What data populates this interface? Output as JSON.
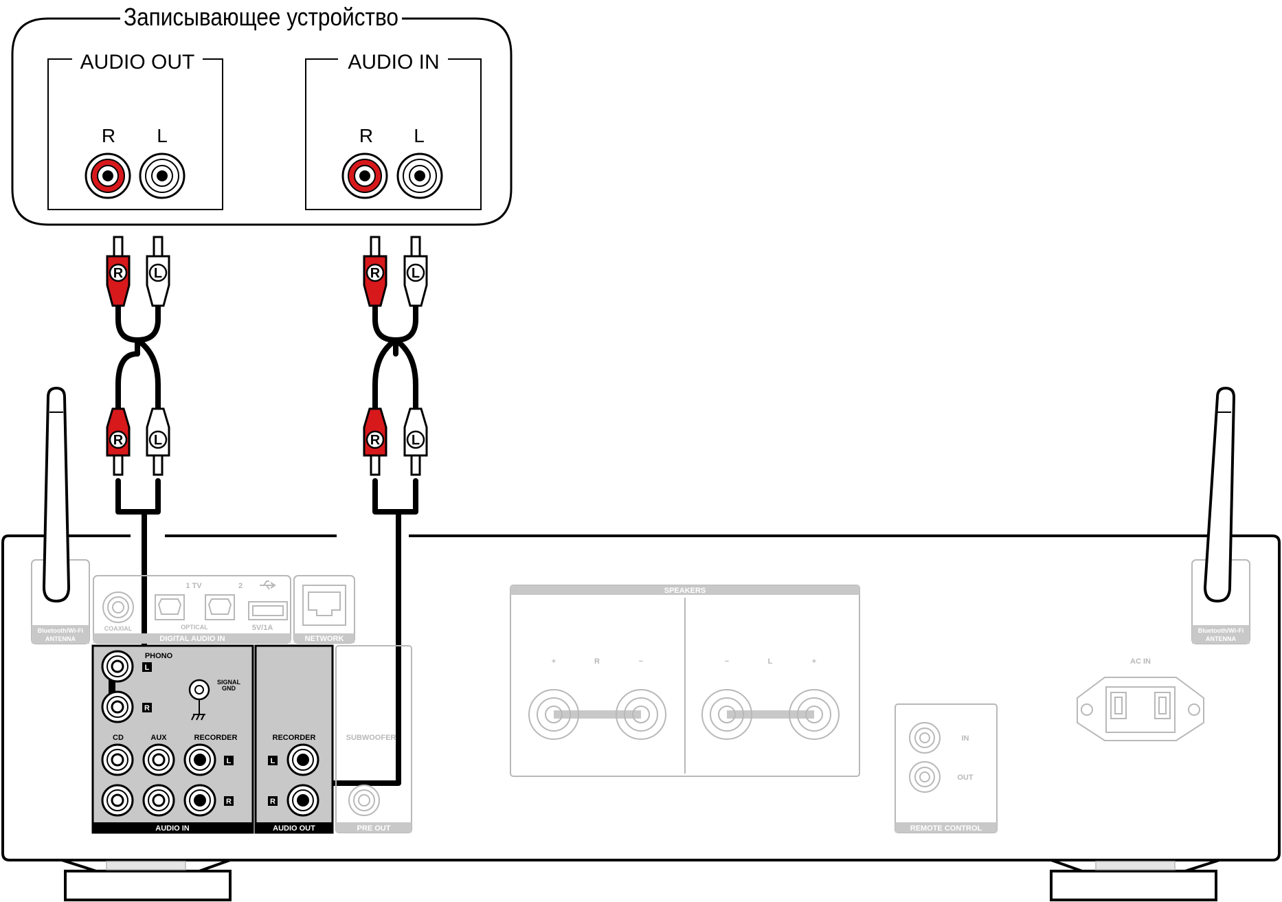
{
  "recorder": {
    "title": "Записывающее устройство",
    "out_group": "AUDIO OUT",
    "in_group": "AUDIO IN",
    "r": "R",
    "l": "L"
  },
  "plug_letters": {
    "r": "R",
    "l": "L"
  },
  "amplifier": {
    "bt_antenna": [
      "Bluetooth/Wi-Fi",
      "ANTENNA"
    ],
    "digital": {
      "coaxial": "COAXIAL",
      "optical": "OPTICAL",
      "tv": "1 TV",
      "two": "2",
      "usb_rating": "5V/1A",
      "section": "DIGITAL AUDIO IN"
    },
    "network": "NETWORK",
    "audio_in": {
      "phono": "PHONO",
      "signal_gnd": [
        "SIGNAL",
        "GND"
      ],
      "cd": "CD",
      "aux": "AUX",
      "recorder": "RECORDER",
      "section": "AUDIO IN",
      "l": "L",
      "r": "R"
    },
    "audio_out": {
      "recorder": "RECORDER",
      "section": "AUDIO OUT",
      "l": "L",
      "r": "R"
    },
    "subwoofer": "SUBWOOFER",
    "pre_out": "PRE OUT",
    "speakers": {
      "section": "SPEAKERS",
      "plus": "+",
      "minus": "−",
      "r": "R",
      "l": "L"
    },
    "remote": {
      "in": "IN",
      "out": "OUT",
      "section": "REMOTE CONTROL"
    },
    "ac_in": "AC IN"
  },
  "colors": {
    "line": "#000000",
    "red": "#d7191c",
    "faded": "#b8b8b8",
    "panel": "#c8c8c8"
  }
}
